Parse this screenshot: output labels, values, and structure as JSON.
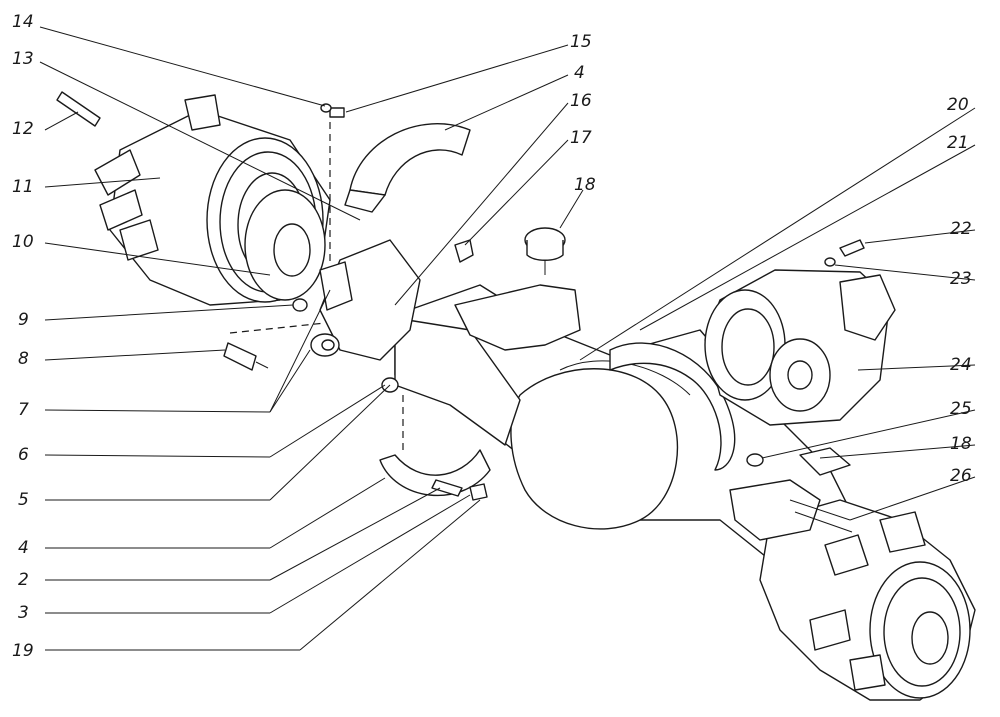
{
  "diagram": {
    "callouts": [
      {
        "id": "c14",
        "text": "14"
      },
      {
        "id": "c15",
        "text": "15"
      },
      {
        "id": "c13",
        "text": "13"
      },
      {
        "id": "c4a",
        "text": "4"
      },
      {
        "id": "c16",
        "text": "16"
      },
      {
        "id": "c17",
        "text": "17"
      },
      {
        "id": "c12",
        "text": "12"
      },
      {
        "id": "c18a",
        "text": "18"
      },
      {
        "id": "c20",
        "text": "20"
      },
      {
        "id": "c21",
        "text": "21"
      },
      {
        "id": "c11",
        "text": "11"
      },
      {
        "id": "c10",
        "text": "10"
      },
      {
        "id": "c22",
        "text": "22"
      },
      {
        "id": "c23",
        "text": "23"
      },
      {
        "id": "c9",
        "text": "9"
      },
      {
        "id": "c8",
        "text": "8"
      },
      {
        "id": "c24",
        "text": "24"
      },
      {
        "id": "c7",
        "text": "7"
      },
      {
        "id": "c25",
        "text": "25"
      },
      {
        "id": "c18b",
        "text": "18"
      },
      {
        "id": "c6",
        "text": "6"
      },
      {
        "id": "c26",
        "text": "26"
      },
      {
        "id": "c5",
        "text": "5"
      },
      {
        "id": "c4b",
        "text": "4"
      },
      {
        "id": "c2",
        "text": "2"
      },
      {
        "id": "c3",
        "text": "3"
      },
      {
        "id": "c19",
        "text": "19"
      }
    ]
  }
}
